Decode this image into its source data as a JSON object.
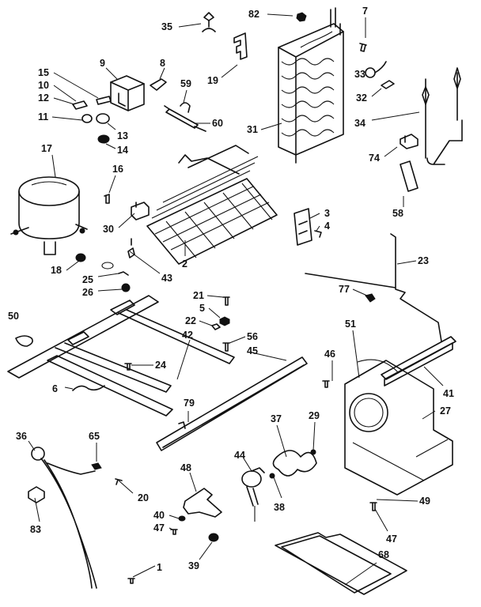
{
  "callouts": [
    {
      "id": "c35",
      "text": "35"
    },
    {
      "id": "c82",
      "text": "82"
    },
    {
      "id": "c7",
      "text": "7"
    },
    {
      "id": "c19",
      "text": "19"
    },
    {
      "id": "c9",
      "text": "9"
    },
    {
      "id": "c8",
      "text": "8"
    },
    {
      "id": "c15",
      "text": "15"
    },
    {
      "id": "c10",
      "text": "10"
    },
    {
      "id": "c12",
      "text": "12"
    },
    {
      "id": "c11",
      "text": "11"
    },
    {
      "id": "c13",
      "text": "13"
    },
    {
      "id": "c14",
      "text": "14"
    },
    {
      "id": "c59",
      "text": "59"
    },
    {
      "id": "c60",
      "text": "60"
    },
    {
      "id": "c31",
      "text": "31"
    },
    {
      "id": "c33",
      "text": "33"
    },
    {
      "id": "c32",
      "text": "32"
    },
    {
      "id": "c34",
      "text": "34"
    },
    {
      "id": "c74",
      "text": "74"
    },
    {
      "id": "c17",
      "text": "17"
    },
    {
      "id": "c16",
      "text": "16"
    },
    {
      "id": "c30",
      "text": "30"
    },
    {
      "id": "c3",
      "text": "3"
    },
    {
      "id": "c4",
      "text": "4"
    },
    {
      "id": "c58",
      "text": "58"
    },
    {
      "id": "c18",
      "text": "18"
    },
    {
      "id": "c25",
      "text": "25"
    },
    {
      "id": "c26",
      "text": "26"
    },
    {
      "id": "c43",
      "text": "43"
    },
    {
      "id": "c2",
      "text": "2"
    },
    {
      "id": "c23",
      "text": "23"
    },
    {
      "id": "c77",
      "text": "77"
    },
    {
      "id": "c21",
      "text": "21"
    },
    {
      "id": "c5",
      "text": "5"
    },
    {
      "id": "c22",
      "text": "22"
    },
    {
      "id": "c42",
      "text": "42"
    },
    {
      "id": "c56",
      "text": "56"
    },
    {
      "id": "c45",
      "text": "45"
    },
    {
      "id": "c50",
      "text": "50"
    },
    {
      "id": "c24",
      "text": "24"
    },
    {
      "id": "c6",
      "text": "6"
    },
    {
      "id": "c51",
      "text": "51"
    },
    {
      "id": "c46",
      "text": "46"
    },
    {
      "id": "c41",
      "text": "41"
    },
    {
      "id": "c79",
      "text": "79"
    },
    {
      "id": "c27",
      "text": "27"
    },
    {
      "id": "c37",
      "text": "37"
    },
    {
      "id": "c29",
      "text": "29"
    },
    {
      "id": "c36",
      "text": "36"
    },
    {
      "id": "c65",
      "text": "65"
    },
    {
      "id": "c44",
      "text": "44"
    },
    {
      "id": "c48",
      "text": "48"
    },
    {
      "id": "c20",
      "text": "20"
    },
    {
      "id": "c40",
      "text": "40"
    },
    {
      "id": "c47a",
      "text": "47"
    },
    {
      "id": "c38",
      "text": "38"
    },
    {
      "id": "c49",
      "text": "49"
    },
    {
      "id": "c47b",
      "text": "47"
    },
    {
      "id": "c83",
      "text": "83"
    },
    {
      "id": "c39",
      "text": "39"
    },
    {
      "id": "c68",
      "text": "68"
    },
    {
      "id": "c1",
      "text": "1"
    }
  ]
}
